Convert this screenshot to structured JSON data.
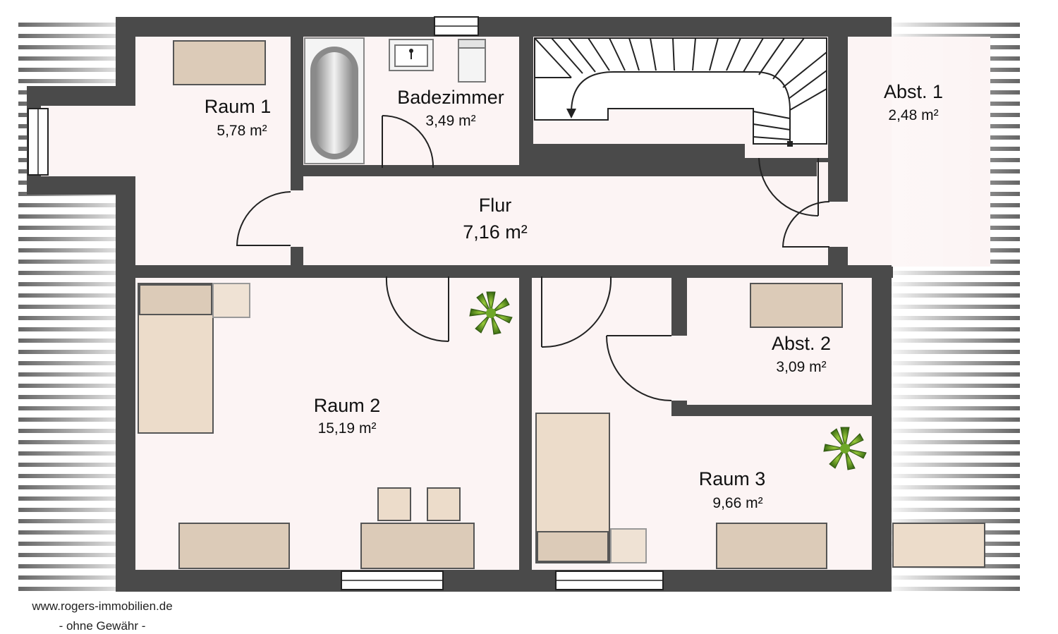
{
  "rooms": [
    {
      "id": "raum1",
      "name": "Raum 1",
      "area": "5,78 m²"
    },
    {
      "id": "badezimmer",
      "name": "Badezimmer",
      "area": "3,49 m²"
    },
    {
      "id": "abst1",
      "name": "Abst. 1",
      "area": "2,48 m²"
    },
    {
      "id": "flur",
      "name": "Flur",
      "area": "7,16 m²"
    },
    {
      "id": "raum2",
      "name": "Raum 2",
      "area": "15,19 m²"
    },
    {
      "id": "abst2",
      "name": "Abst. 2",
      "area": "3,09 m²"
    },
    {
      "id": "raum3",
      "name": "Raum 3",
      "area": "9,66 m²"
    }
  ],
  "footer": {
    "website": "www.rogers-immobilien.de",
    "disclaimer": "- ohne Gewähr -"
  },
  "colors": {
    "wall": "#4a4a4a",
    "floor": "#fcf4f4",
    "furniture": "#dccbb8",
    "roof_stripe": "#666666",
    "plant": "#4f8a1f"
  }
}
